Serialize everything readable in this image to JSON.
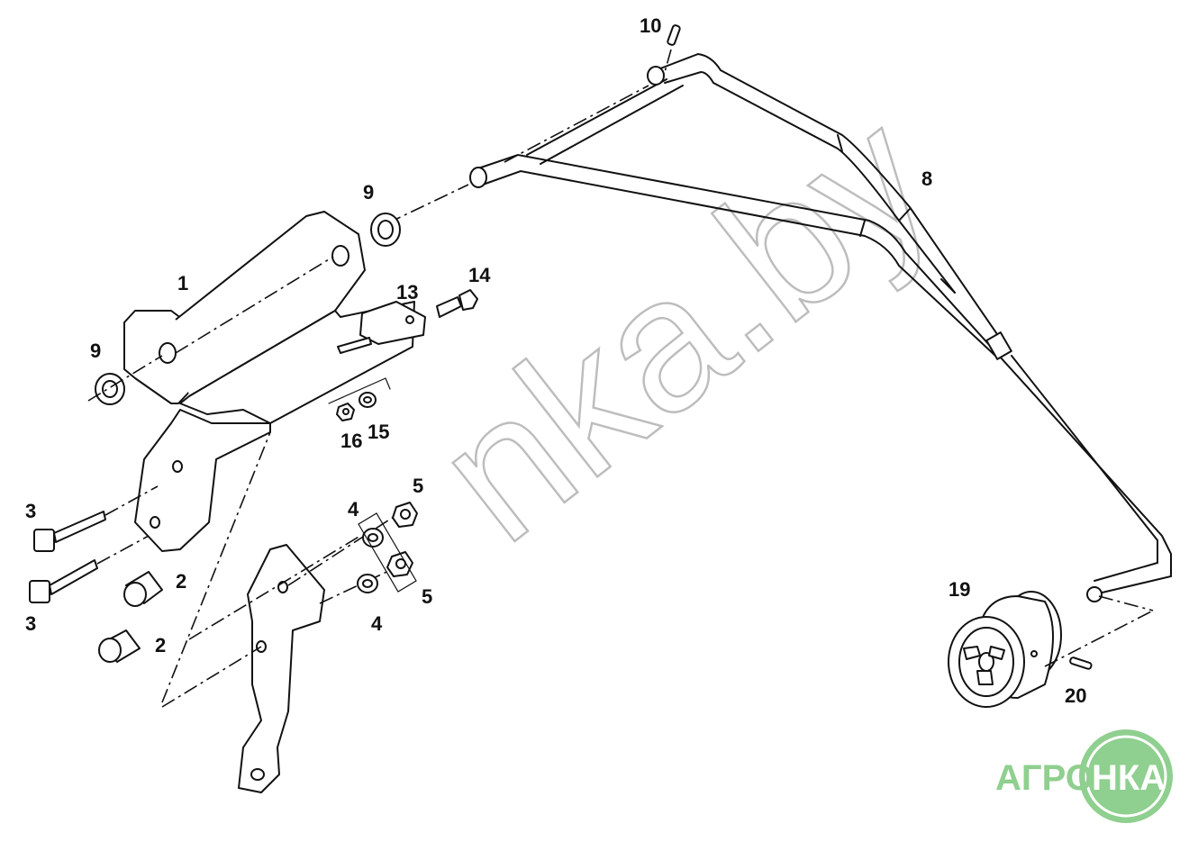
{
  "diagram": {
    "callouts": {
      "c1": "1",
      "c2a": "2",
      "c2b": "2",
      "c3a": "3",
      "c3b": "3",
      "c4a": "4",
      "c4b": "4",
      "c5a": "5",
      "c5b": "5",
      "c8": "8",
      "c9a": "9",
      "c9b": "9",
      "c10": "10",
      "c13": "13",
      "c14": "14",
      "c15": "15",
      "c16": "16",
      "c19": "19",
      "c20": "20"
    },
    "watermark": "nka.by",
    "logo": {
      "text_left": "АГРО",
      "text_circle": "НКА",
      "color": "#8fcf8f"
    },
    "colors": {
      "line": "#111111",
      "background": "#ffffff",
      "watermark": "#bdbdbd"
    }
  }
}
